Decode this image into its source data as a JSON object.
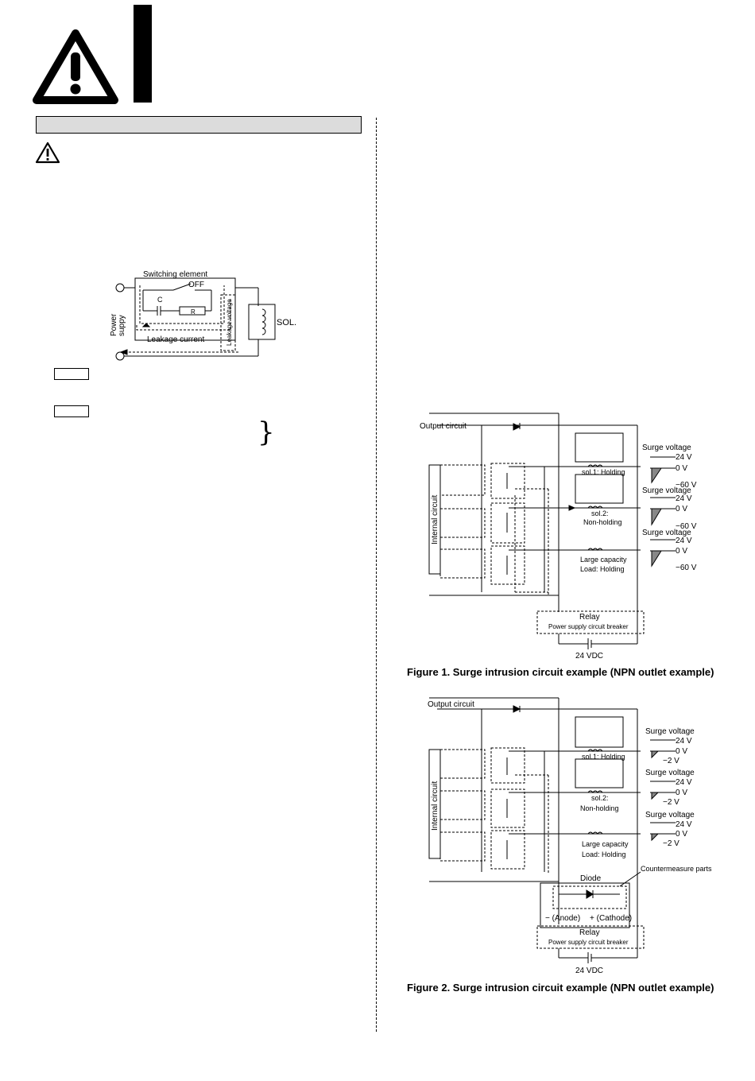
{
  "leakage_figure": {
    "switching_element": "Switching element",
    "off": "OFF",
    "c": "C",
    "r": "R",
    "power_supply_1": "Power",
    "power_supply_2": "suppy",
    "leakage_voltage": "Leakage voltage",
    "leakage_current": "Leakage current",
    "sol": "SOL."
  },
  "figure1": {
    "output_circuit": "Output circuit",
    "internal_circuit": "Internal circuit",
    "sol1": "sol.1: Holding",
    "sol2_a": "sol.2:",
    "sol2_b": "Non-holding",
    "large_a": "Large capacity",
    "large_b": "Load: Holding",
    "surge_voltage": "Surge voltage",
    "v24": "24 V",
    "v0": "0 V",
    "vneg60": "−60 V",
    "relay": "Relay",
    "breaker": "Power supply circuit breaker",
    "vdc": "24 VDC",
    "caption": "Figure 1. Surge intrusion circuit example (NPN outlet example)"
  },
  "figure2": {
    "output_circuit": "Output circuit",
    "internal_circuit": "Internal circuit",
    "sol1": "sol.1: Holding",
    "sol2_a": "sol.2:",
    "sol2_b": "Non-holding",
    "large_a": "Large capacity",
    "large_b": "Load: Holding",
    "surge_voltage": "Surge voltage",
    "v24": "24 V",
    "v0": "0 V",
    "vneg2": "−2 V",
    "countermeasure": "Countermeasure parts",
    "diode": "Diode",
    "anode": "− (Anode)",
    "cathode": "+ (Cathode)",
    "relay": "Relay",
    "breaker": "Power supply circuit breaker",
    "vdc": "24 VDC",
    "caption": "Figure 2. Surge intrusion circuit example (NPN outlet example)"
  }
}
